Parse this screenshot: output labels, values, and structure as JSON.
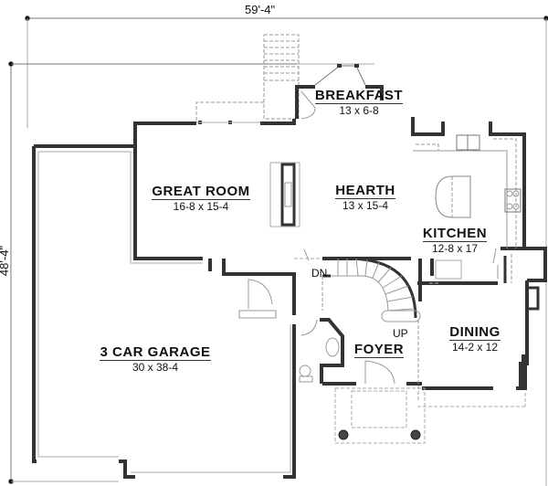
{
  "plan": {
    "overall_width": "59'-4\"",
    "overall_depth": "48'-4\"",
    "colors": {
      "wall": "#333333",
      "wall_fill": "#555555",
      "line": "#888888",
      "dashed": "#999999",
      "text": "#111111"
    }
  },
  "rooms": {
    "breakfast": {
      "name": "BREAKFAST",
      "dims": "13 x 6-8"
    },
    "great_room": {
      "name": "GREAT ROOM",
      "dims": "16-8 x 15-4"
    },
    "hearth": {
      "name": "HEARTH",
      "dims": "13 x 15-4"
    },
    "kitchen": {
      "name": "KITCHEN",
      "dims": "12-8 x 17"
    },
    "garage": {
      "name": "3 CAR GARAGE",
      "dims": "30 x 38-4"
    },
    "foyer": {
      "name": "FOYER",
      "dims": ""
    },
    "dining": {
      "name": "DINING",
      "dims": "14-2 x 12"
    }
  },
  "stairs": {
    "down_label": "DN",
    "up_label": "UP"
  }
}
